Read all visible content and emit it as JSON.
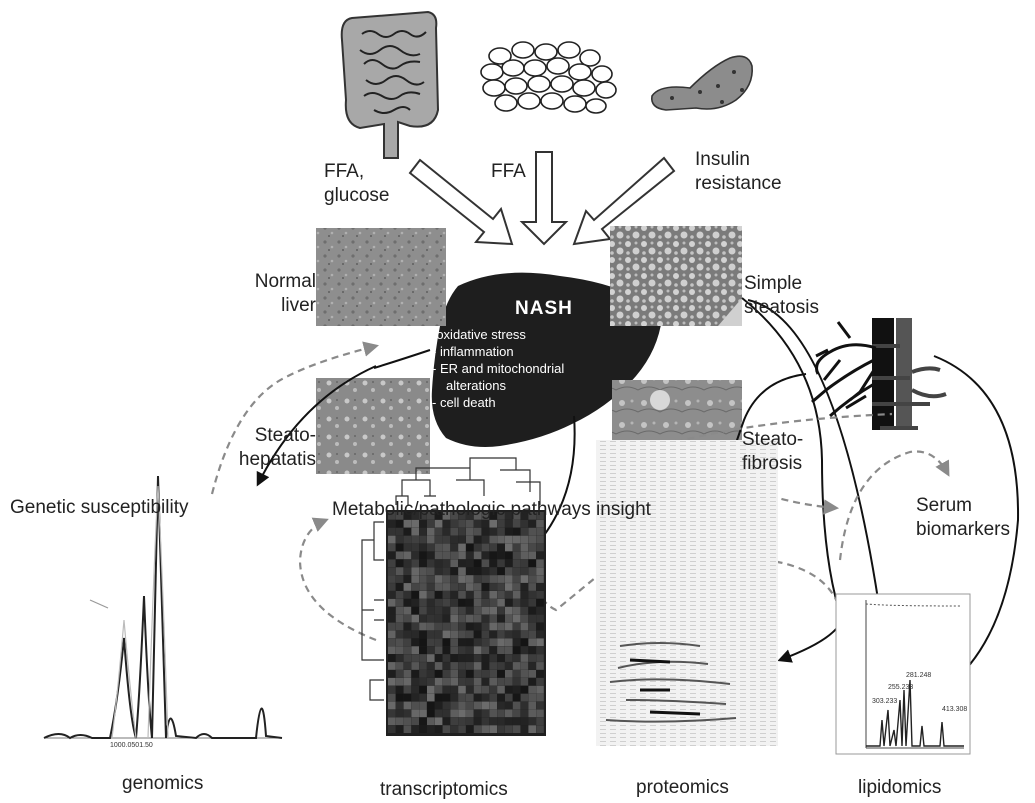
{
  "labels": {
    "ffa_glucose": "FFA,\nglucose",
    "ffa": "FFA",
    "insulin_resistance": "Insulin\nresistance",
    "normal_liver": "Normal\nliver",
    "simple_steatosis": "Simple\nsteatosis",
    "steatohepatitis": "Steato-\nhepatatis",
    "steatofibrosis": "Steato-\nfibrosis",
    "genetic_susceptibility": "Genetic susceptibility",
    "pathways_insight": "Metabolic/pathologic pathways insight",
    "serum_biomarkers": "Serum\nbiomarkers"
  },
  "nash": {
    "title": "NASH",
    "items": [
      "-oxidative stress",
      "- inflammation",
      "- ER and mitochondrial",
      "alterations",
      "- cell death"
    ]
  },
  "omics": {
    "genomics": "genomics",
    "transcriptomics": "transcriptomics",
    "proteomics": "proteomics",
    "lipidomics": "lipidomics"
  },
  "genomics_axis_text": "1000.0501.50",
  "lipidomics_peaks": [
    "281.248",
    "255.233",
    "303.233",
    "413.308"
  ],
  "colors": {
    "liver": "#1e1e1e",
    "dashed_arrow": "#8a8a8a",
    "tissue": "#8f8f8f"
  }
}
